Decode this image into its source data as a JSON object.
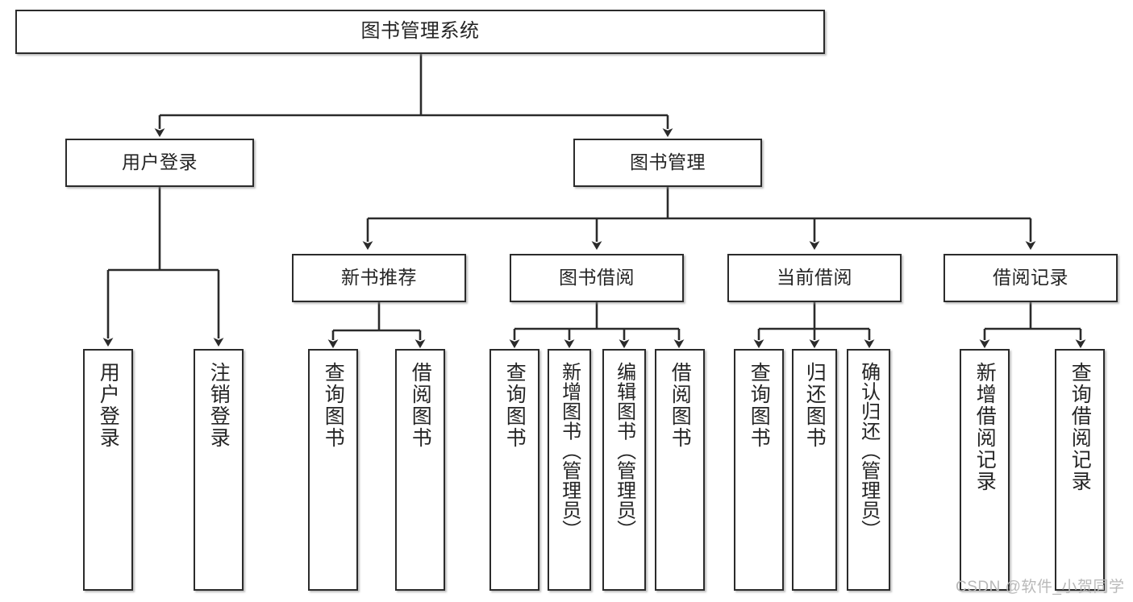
{
  "diagram": {
    "type": "hierarchy-tree",
    "title": "图书管理系统",
    "root": {
      "id": "root",
      "label": "图书管理系统",
      "orientation": "horizontal"
    },
    "level2": [
      {
        "id": "user-login",
        "label": "用户登录",
        "orientation": "horizontal"
      },
      {
        "id": "book-manage",
        "label": "图书管理",
        "orientation": "horizontal"
      }
    ],
    "level3": [
      {
        "id": "new-book-recommend",
        "label": "新书推荐",
        "orientation": "horizontal",
        "parent": "book-manage"
      },
      {
        "id": "book-borrow",
        "label": "图书借阅",
        "orientation": "horizontal",
        "parent": "book-manage"
      },
      {
        "id": "current-borrow",
        "label": "当前借阅",
        "orientation": "horizontal",
        "parent": "book-manage"
      },
      {
        "id": "borrow-record",
        "label": "借阅记录",
        "orientation": "horizontal",
        "parent": "book-manage"
      }
    ],
    "leaves": [
      {
        "id": "leaf-user-login",
        "label": "用户登录",
        "parent": "user-login",
        "orientation": "vertical"
      },
      {
        "id": "leaf-user-logout",
        "label": "注销登录",
        "parent": "user-login",
        "orientation": "vertical"
      },
      {
        "id": "leaf-query-book-1",
        "label": "查询图书",
        "parent": "new-book-recommend",
        "orientation": "vertical"
      },
      {
        "id": "leaf-borrow-book-1",
        "label": "借阅图书",
        "parent": "new-book-recommend",
        "orientation": "vertical"
      },
      {
        "id": "leaf-query-book-2",
        "label": "查询图书",
        "parent": "book-borrow",
        "orientation": "vertical"
      },
      {
        "id": "leaf-add-book",
        "label": "新增图书（管理员）",
        "parent": "book-borrow",
        "orientation": "vertical"
      },
      {
        "id": "leaf-edit-book",
        "label": "编辑图书（管理员）",
        "parent": "book-borrow",
        "orientation": "vertical"
      },
      {
        "id": "leaf-borrow-book-2",
        "label": "借阅图书",
        "parent": "book-borrow",
        "orientation": "vertical"
      },
      {
        "id": "leaf-query-book-3",
        "label": "查询图书",
        "parent": "current-borrow",
        "orientation": "vertical"
      },
      {
        "id": "leaf-return-book",
        "label": "归还图书",
        "parent": "current-borrow",
        "orientation": "vertical"
      },
      {
        "id": "leaf-confirm-return",
        "label": "确认归还（管理员）",
        "parent": "current-borrow",
        "orientation": "vertical"
      },
      {
        "id": "leaf-add-record",
        "label": "新增借阅记录",
        "parent": "borrow-record",
        "orientation": "vertical"
      },
      {
        "id": "leaf-query-record",
        "label": "查询借阅记录",
        "parent": "borrow-record",
        "orientation": "vertical"
      }
    ]
  },
  "watermark": {
    "text": "CSDN @软件_小贺同学"
  },
  "colors": {
    "border": "#2b2b2b",
    "text": "#252525",
    "background": "#ffffff",
    "watermark": "#b9b9b9"
  }
}
